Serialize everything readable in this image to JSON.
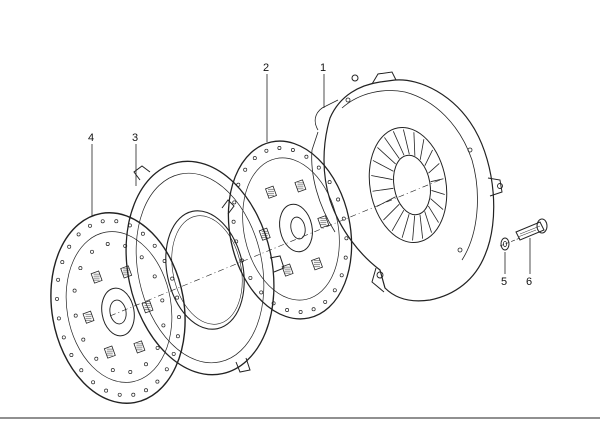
{
  "diagram": {
    "callouts": [
      {
        "id": "1",
        "label": "1",
        "part": "clutch-pressure-plate-cover"
      },
      {
        "id": "2",
        "label": "2",
        "part": "clutch-friction-disc"
      },
      {
        "id": "3",
        "label": "3",
        "part": "intermediate-plate"
      },
      {
        "id": "4",
        "label": "4",
        "part": "clutch-friction-disc"
      },
      {
        "id": "5",
        "label": "5",
        "part": "washer"
      },
      {
        "id": "6",
        "label": "6",
        "part": "bolt"
      }
    ],
    "colors": {
      "ink": "#222222",
      "background": "#ffffff"
    }
  }
}
